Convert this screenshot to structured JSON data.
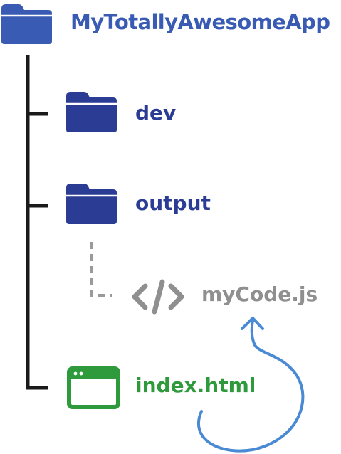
{
  "root": {
    "label": "MyTotallyAwesomeApp",
    "icon": "folder-icon",
    "color": "#3a5bb3"
  },
  "children": [
    {
      "label": "dev",
      "icon": "folder-icon",
      "color": "#2a3c94"
    },
    {
      "label": "output",
      "icon": "folder-icon",
      "color": "#2a3c94"
    },
    {
      "label": "myCode.js",
      "icon": "code-icon",
      "color": "#8f8f8f"
    },
    {
      "label": "index.html",
      "icon": "browser-window-icon",
      "color": "#2e9a3c"
    }
  ],
  "colors": {
    "tree_line": "#1a1a1a",
    "dashed_line": "#9a9a9a",
    "arrow": "#4a8ad4"
  }
}
